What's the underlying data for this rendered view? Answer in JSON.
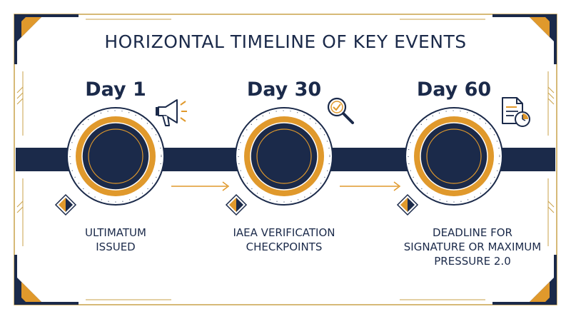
{
  "title": "HORIZONTAL TIMELINE OF KEY EVENTS",
  "colors": {
    "navy": "#1b2a4a",
    "gold": "#e0992c",
    "gold_line": "#c9a24a",
    "background": "#ffffff"
  },
  "events": [
    {
      "day": "Day 1",
      "lines": [
        "ULTIMATUM",
        "ISSUED"
      ],
      "icon": "megaphone-icon"
    },
    {
      "day": "Day 30",
      "lines": [
        "IAEA VERIFICATION",
        "CHECKPOINTS"
      ],
      "icon": "magnifier-check-icon"
    },
    {
      "day": "Day 60",
      "lines": [
        "DEADLINE FOR",
        "SIGNATURE OR MAXIMUM",
        "PRESSURE 2.0"
      ],
      "icon": "document-clock-icon"
    }
  ]
}
